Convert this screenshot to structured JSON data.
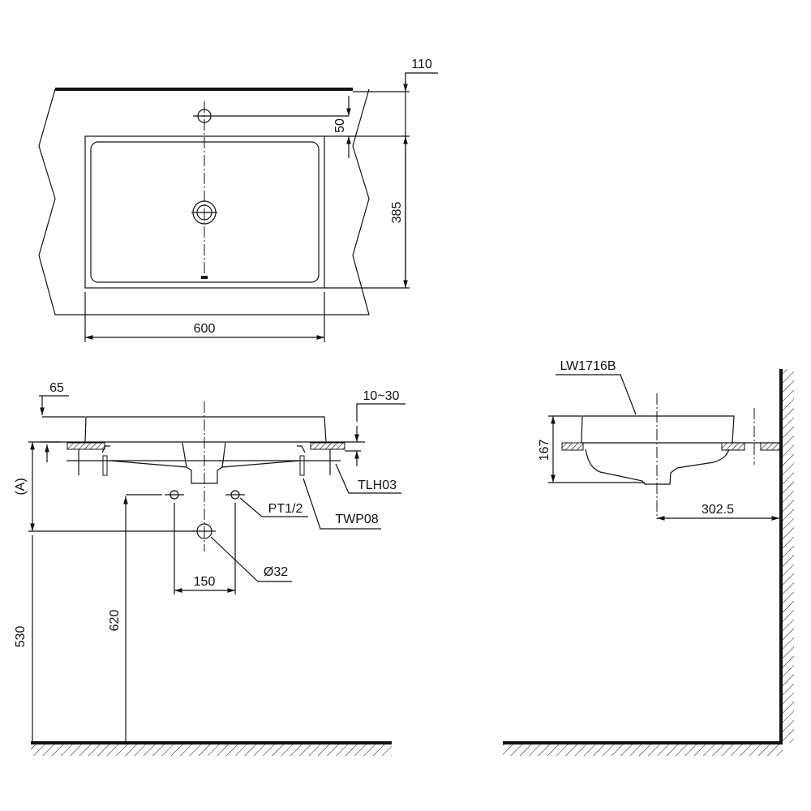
{
  "drawing": {
    "top_view": {
      "dim_top_offset": "110",
      "dim_faucet_hole": "50",
      "dim_depth": "385",
      "dim_width": "600"
    },
    "front_view": {
      "dim_rim": "65",
      "dim_counter_thickness": "10~30",
      "dim_a": "(A)",
      "dim_drain_height": "530",
      "dim_supply_height": "620",
      "dim_supply_spacing": "150",
      "drain_diameter": "Ø32",
      "supply_thread": "PT1/2",
      "part_clamp": "TLH03",
      "part_drain": "TWP08"
    },
    "side_view": {
      "model": "LW1716B",
      "dim_height": "167",
      "dim_wall_distance": "302.5"
    }
  }
}
